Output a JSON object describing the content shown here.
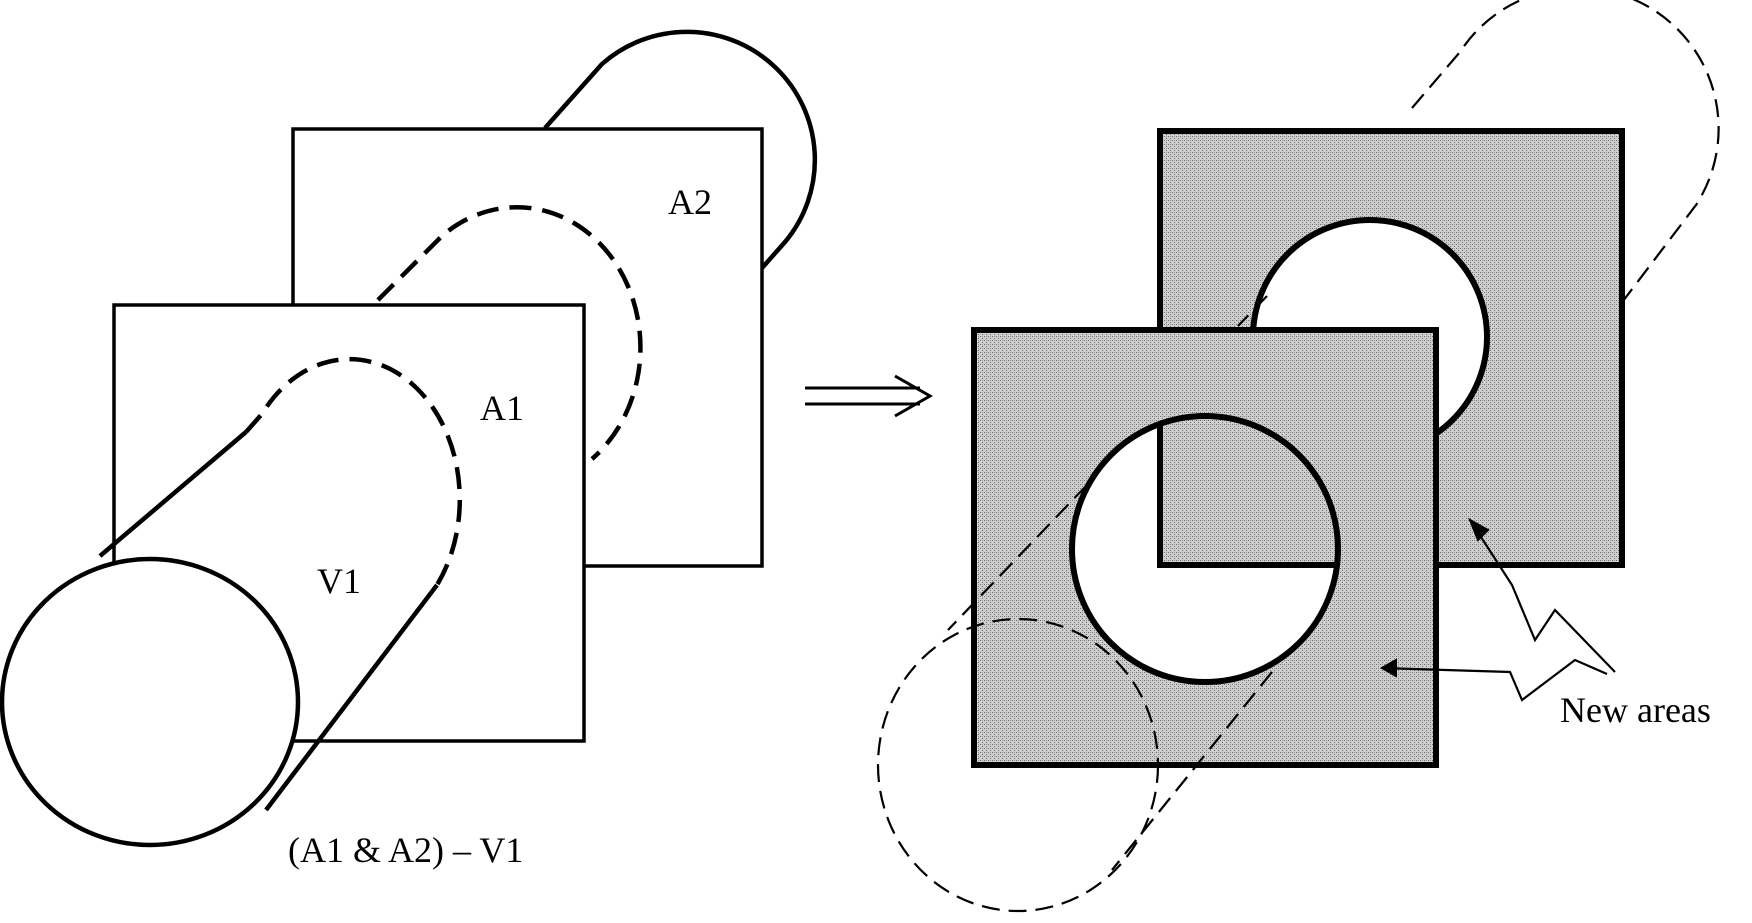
{
  "labels": {
    "a1": "A1",
    "a2": "A2",
    "v1": "V1",
    "operation": "(A1 & A2) – V1",
    "new_areas": "New areas"
  },
  "colors": {
    "stroke": "#000000",
    "background": "#ffffff",
    "area_fill": "#b4b4b4"
  }
}
